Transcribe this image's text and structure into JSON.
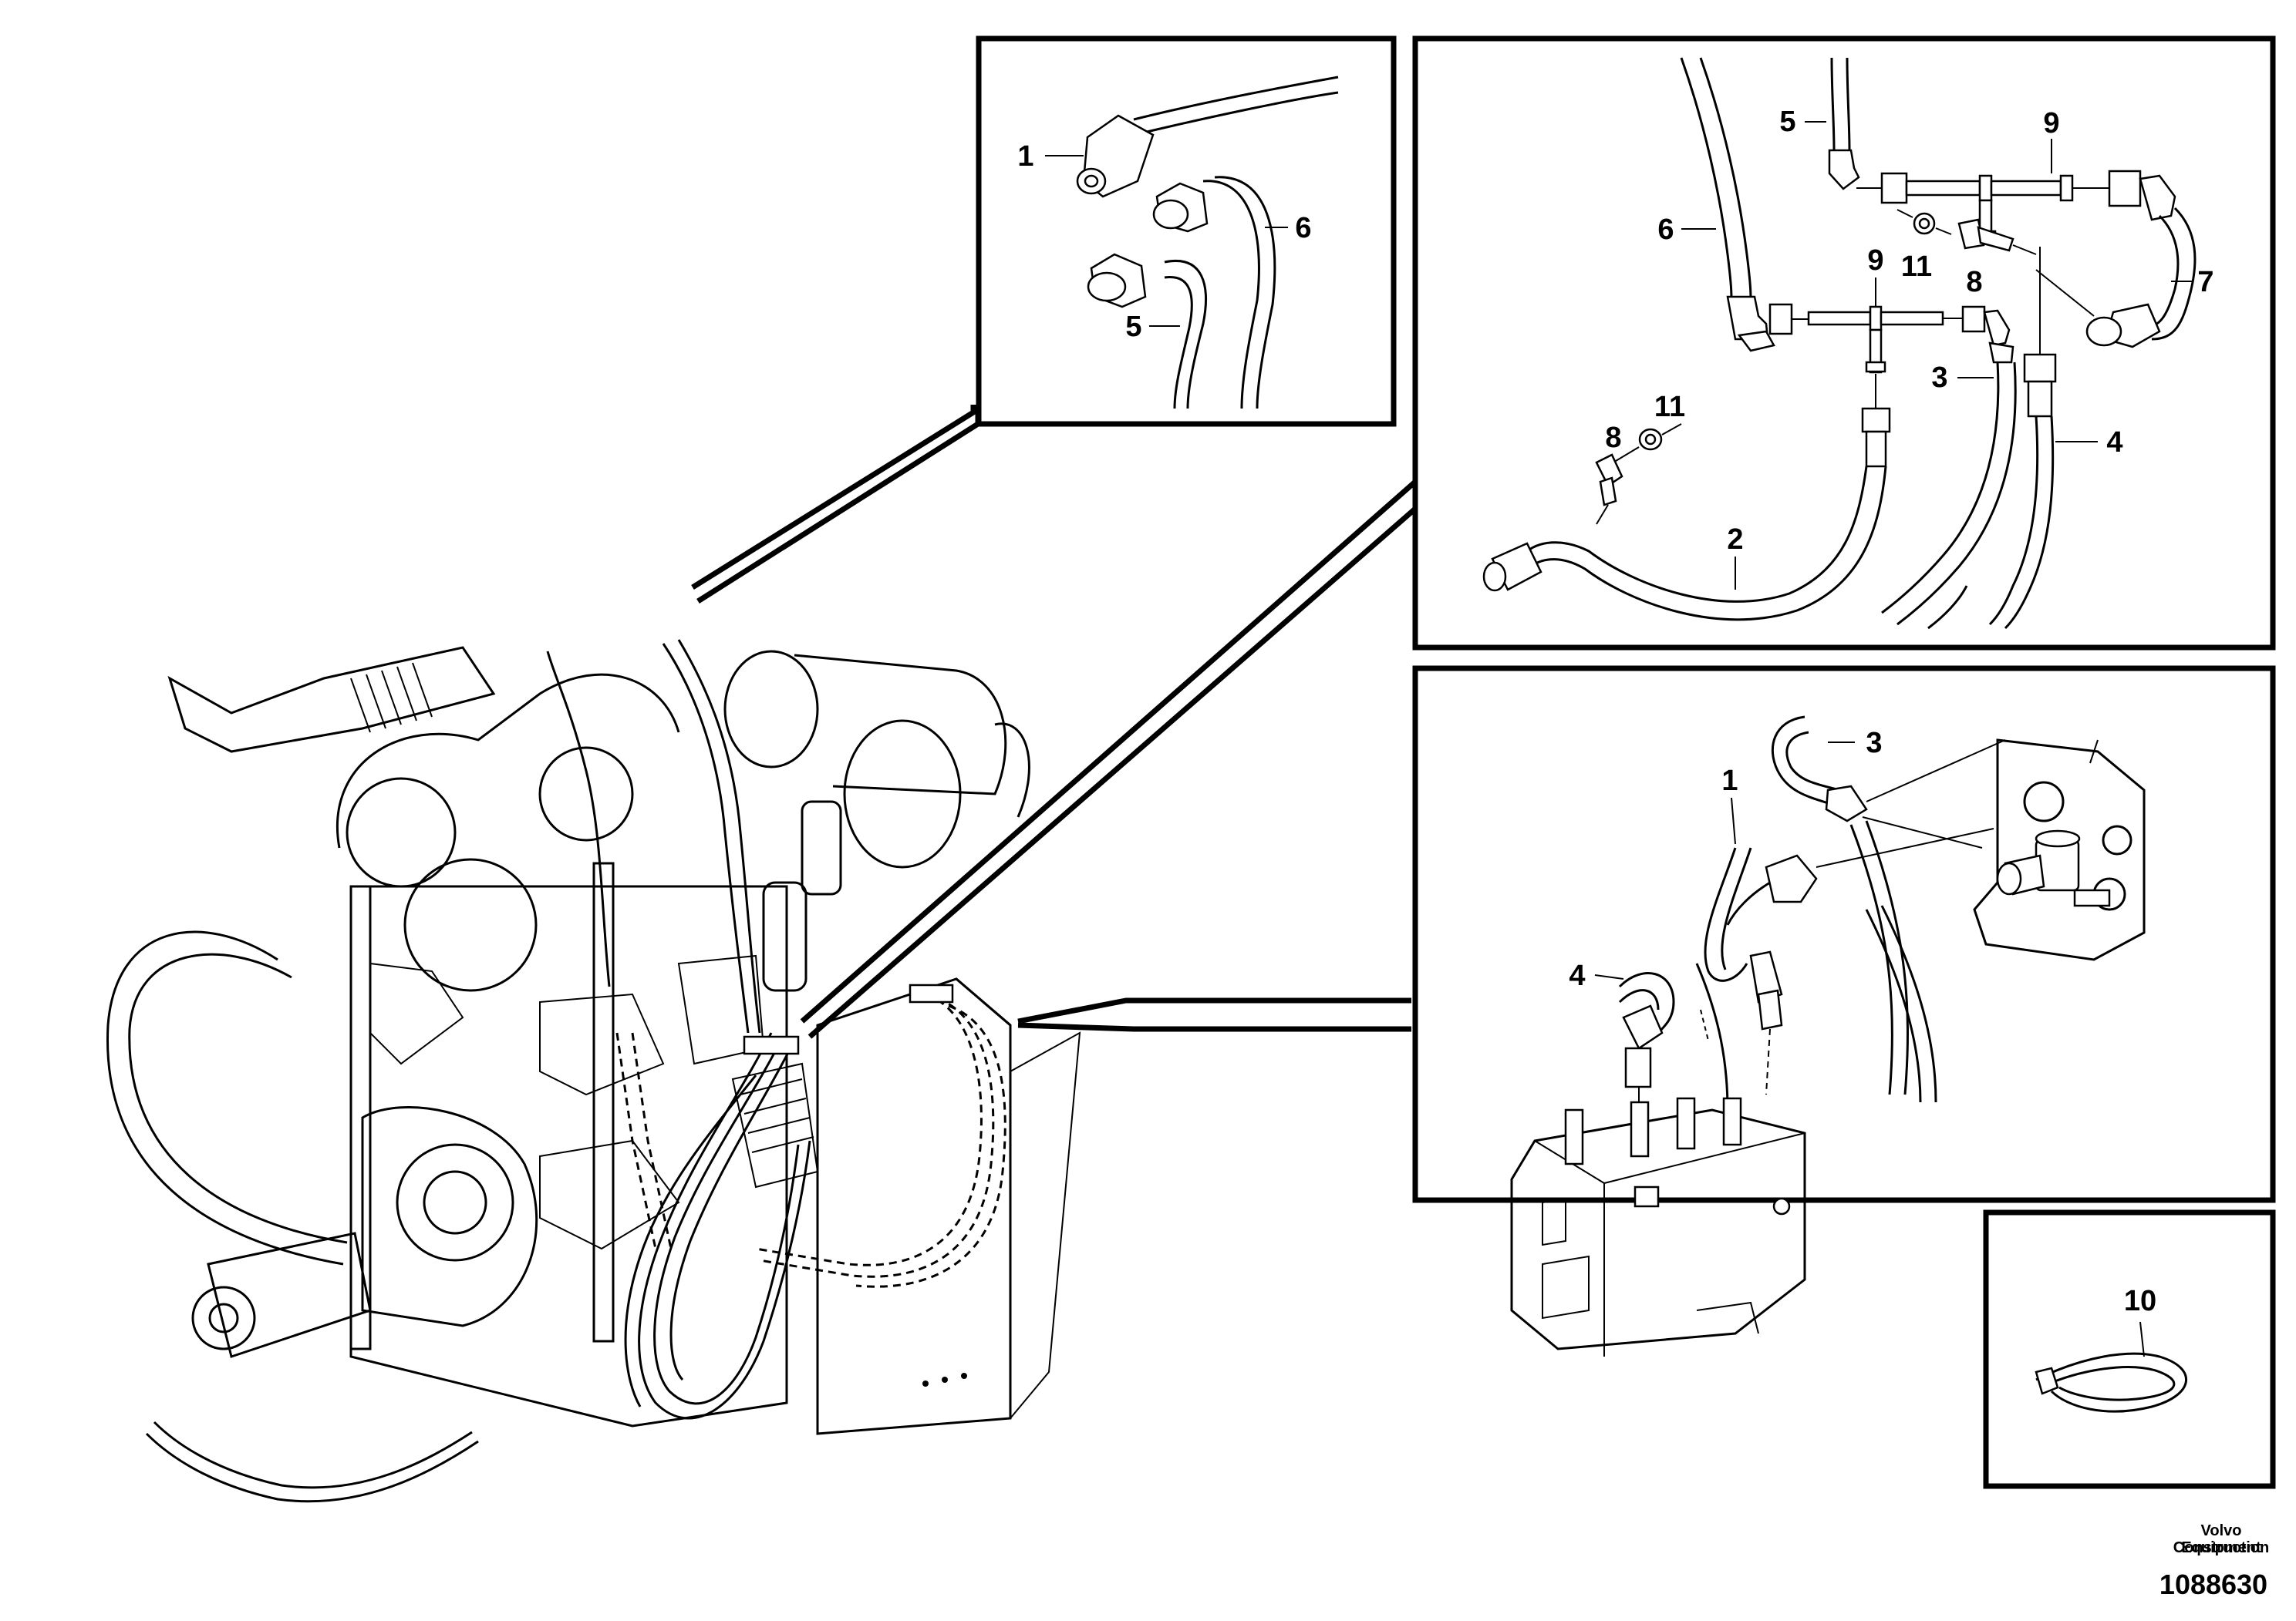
{
  "diagram": {
    "panels": [
      {
        "id": "detail-top-left",
        "callouts": [
          "1",
          "6",
          "5"
        ]
      },
      {
        "id": "detail-top-right",
        "callouts": [
          "5",
          "9",
          "6",
          "11",
          "8",
          "9",
          "7",
          "3",
          "4",
          "11",
          "8",
          "2"
        ]
      },
      {
        "id": "detail-mid-right",
        "callouts": [
          "3",
          "1",
          "4"
        ]
      },
      {
        "id": "detail-small",
        "callouts": [
          "10"
        ]
      }
    ]
  },
  "footer": {
    "brand_line1": "Volvo Construction",
    "brand_line2": "Equipment",
    "drawing_number": "1088630"
  }
}
